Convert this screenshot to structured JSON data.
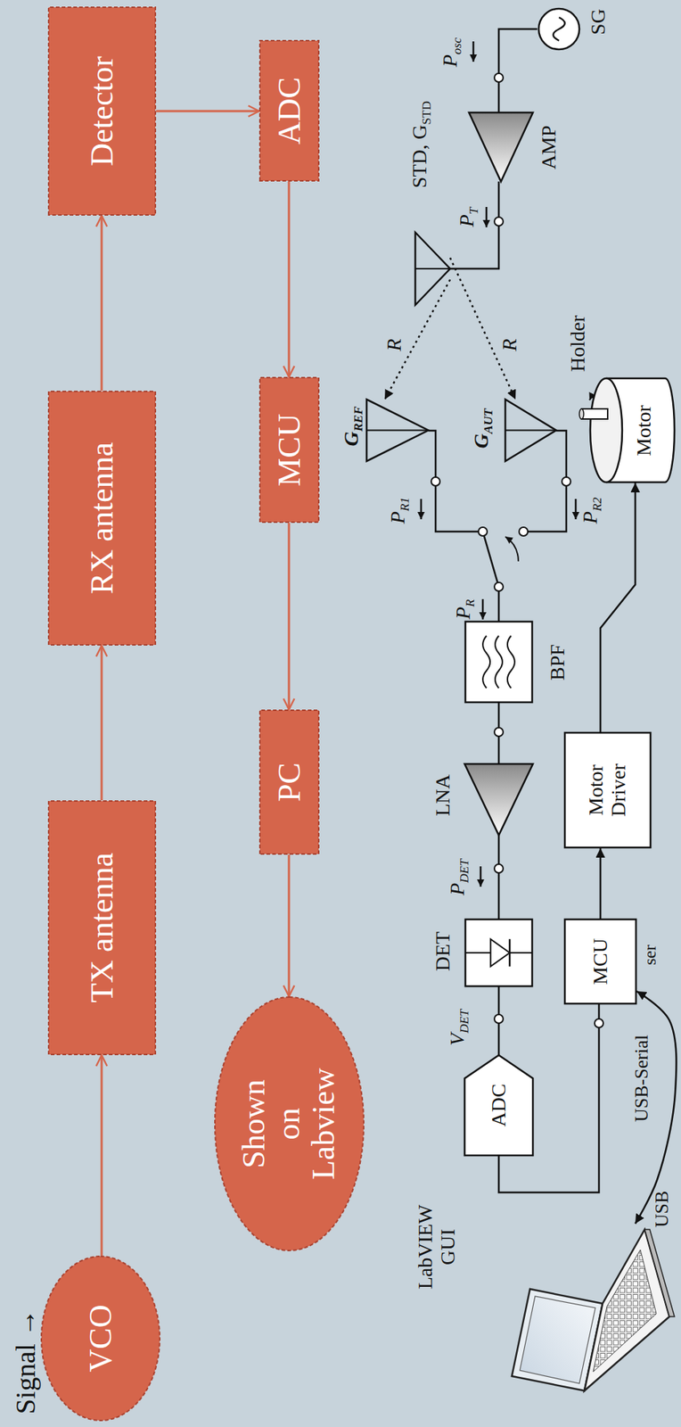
{
  "diagram": {
    "nodes": [
      {
        "text": [
          "VCO"
        ]
      },
      {
        "text": [
          "TX antenna"
        ]
      },
      {
        "text": [
          "RX antenna"
        ]
      },
      {
        "text": [
          "Detector"
        ]
      },
      {
        "text": [
          "ADC"
        ]
      },
      {
        "text": [
          "MCU"
        ]
      },
      {
        "text": [
          "PC"
        ]
      },
      {
        "text": [
          "Shown on Labview"
        ]
      },
      {
        "text": [
          "SG"
        ]
      },
      {
        "text": [
          "AMP"
        ]
      },
      {
        "text": [
          "STD, GSTD"
        ]
      },
      {
        "text": [
          "GREF"
        ]
      },
      {
        "text": [
          "GAUT"
        ]
      },
      {
        "text": [
          "BPF"
        ]
      },
      {
        "text": [
          "LNA"
        ]
      },
      {
        "text": [
          "DET"
        ]
      },
      {
        "text": [
          "ADC"
        ]
      },
      {
        "text": [
          "MCU"
        ]
      },
      {
        "text": [
          "Motor Driver"
        ]
      },
      {
        "text": [
          "Motor"
        ]
      },
      {
        "text": [
          "LabVIEW GUI"
        ]
      }
    ],
    "edges": [
      {
        "from": 0,
        "to": 1,
        "arrow": "to"
      },
      {
        "from": 1,
        "to": 2,
        "arrow": "to"
      },
      {
        "from": 2,
        "to": 3,
        "arrow": "to"
      },
      {
        "from": 3,
        "to": 4,
        "arrow": "to"
      },
      {
        "from": 4,
        "to": 5,
        "arrow": "to"
      },
      {
        "from": 5,
        "to": 6,
        "arrow": "to"
      },
      {
        "from": 6,
        "to": 7,
        "arrow": "to"
      },
      {
        "from": 8,
        "to": 9,
        "arrow": "none"
      },
      {
        "from": 9,
        "to": 10,
        "arrow": "none"
      },
      {
        "from": 10,
        "to": 11,
        "label": "R",
        "arrow": "to"
      },
      {
        "from": 10,
        "to": 12,
        "label": "R",
        "arrow": "to"
      },
      {
        "from": 11,
        "to": 13,
        "arrow": "none"
      },
      {
        "from": 13,
        "to": 14,
        "arrow": "none"
      },
      {
        "from": 14,
        "to": 15,
        "arrow": "none"
      },
      {
        "from": 15,
        "to": 16,
        "arrow": "none"
      },
      {
        "from": 16,
        "to": 17,
        "arrow": "none"
      },
      {
        "from": 17,
        "to": 18,
        "arrow": "to"
      },
      {
        "from": 18,
        "to": 19,
        "arrow": "to"
      },
      {
        "from": 17,
        "to": 20,
        "label": "USB-Serial",
        "arrow": "both"
      }
    ],
    "labels": [
      "Signal →",
      "Posc",
      "PT",
      "PR1",
      "PR",
      "PR2",
      "PDET",
      "VDET",
      "Holder",
      "ser",
      "USB"
    ]
  }
}
